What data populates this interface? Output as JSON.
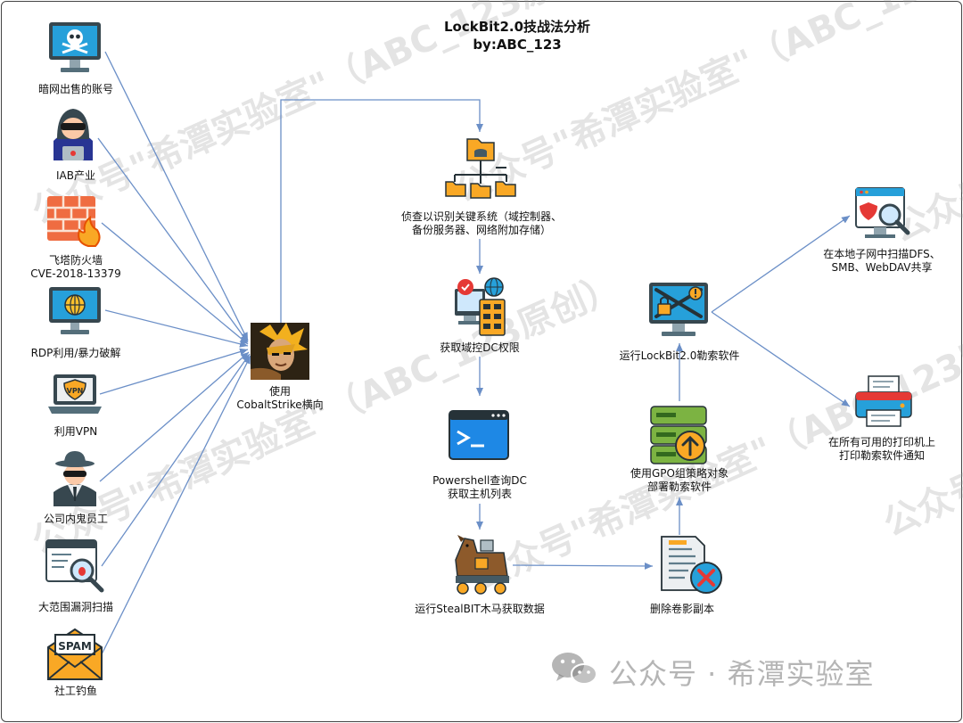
{
  "title": {
    "line1": "LockBit2.0技战法分析",
    "line2": "by:ABC_123"
  },
  "entry_vectors": [
    {
      "label": "暗网出售的账号",
      "icon": "skull-monitor-icon"
    },
    {
      "label": "IAB产业",
      "icon": "hacker-icon"
    },
    {
      "label": "飞塔防火墙\nCVE-2018-13379",
      "icon": "firewall-icon"
    },
    {
      "label": "RDP利用/暴力破解",
      "icon": "globe-monitor-icon"
    },
    {
      "label": "利用VPN",
      "icon": "vpn-laptop-icon"
    },
    {
      "label": "公司内鬼员工",
      "icon": "spy-icon"
    },
    {
      "label": "大范围漏洞扫描",
      "icon": "bug-scan-icon"
    },
    {
      "label": "社工钓鱼",
      "icon": "spam-mail-icon"
    }
  ],
  "lateral": {
    "label": "使用\nCobaltStrike横向",
    "icon": "cobaltstrike-avatar-icon"
  },
  "chain": [
    {
      "label": "侦查以识别关键系统（域控制器、\n备份服务器、网络附加存储）",
      "icon": "folder-tree-icon"
    },
    {
      "label": "获取域控DC权限",
      "icon": "server-access-icon"
    },
    {
      "label": "Powershell查询DC\n获取主机列表",
      "icon": "powershell-icon"
    },
    {
      "label": "运行StealBIT木马获取数据",
      "icon": "trojan-horse-icon"
    },
    {
      "label": "删除卷影副本",
      "icon": "delete-document-icon"
    },
    {
      "label": "使用GPO组策略对象\n部署勒索软件",
      "icon": "server-upload-icon"
    },
    {
      "label": "运行LockBit2.0勒索软件",
      "icon": "locked-monitor-icon"
    }
  ],
  "outcomes": [
    {
      "label": "在本地子网中扫描DFS、\nSMB、WebDAV共享",
      "icon": "web-scan-icon"
    },
    {
      "label": "在所有可用的打印机上\n打印勒索软件通知",
      "icon": "printer-icon"
    }
  ],
  "watermark": "公众号\"希潭实验室\"（ABC_123原创）",
  "brand": "公众号 · 希潭实验室",
  "colors": {
    "arrow": "#6b8fc7",
    "frame": "#444444",
    "accent_blue": "#1e88e5",
    "orange": "#f5a623"
  }
}
